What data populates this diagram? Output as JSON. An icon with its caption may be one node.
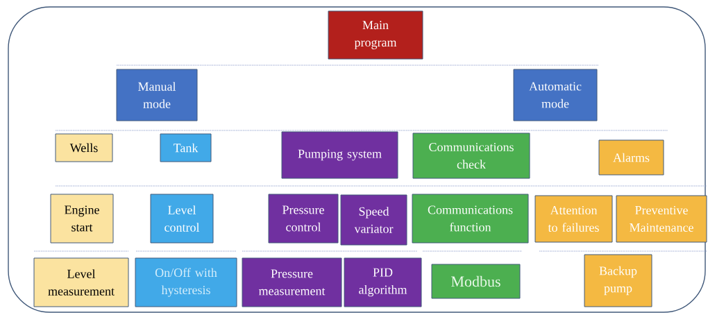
{
  "diagram": {
    "nodes": [
      {
        "text": [
          "Main program"
        ]
      },
      {
        "text": [
          "Manual mode"
        ]
      },
      {
        "text": [
          "Automatic mode"
        ]
      },
      {
        "text": [
          "Wells"
        ]
      },
      {
        "text": [
          "Tank"
        ]
      },
      {
        "text": [
          "Pumping system"
        ]
      },
      {
        "text": [
          "Communications check"
        ]
      },
      {
        "text": [
          "Alarms"
        ]
      },
      {
        "text": [
          "Engine start"
        ]
      },
      {
        "text": [
          "Level control"
        ]
      },
      {
        "text": [
          "Pressure control"
        ]
      },
      {
        "text": [
          "Speed variator"
        ]
      },
      {
        "text": [
          "Communications function"
        ]
      },
      {
        "text": [
          "Attention to failures"
        ]
      },
      {
        "text": [
          "Preventive Maintenance"
        ]
      },
      {
        "text": [
          "Level measurement"
        ]
      },
      {
        "text": [
          "On/Off with hysteresis"
        ]
      },
      {
        "text": [
          "Pressure measurement"
        ]
      },
      {
        "text": [
          "PID algorithm"
        ]
      },
      {
        "text": [
          "Modbus"
        ]
      },
      {
        "text": [
          "Backup pump"
        ]
      }
    ]
  }
}
